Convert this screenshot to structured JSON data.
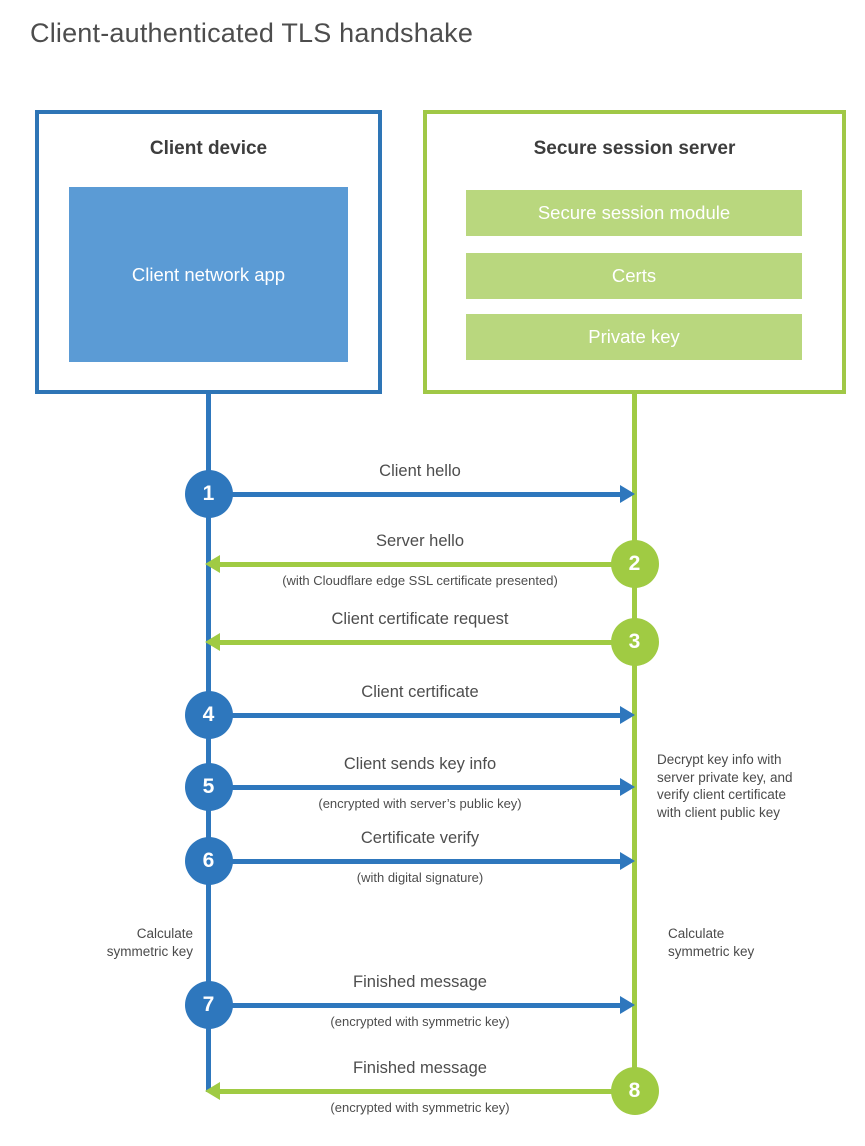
{
  "title": "Client-authenticated TLS handshake",
  "colors": {
    "blue_stroke": "#2e77bd",
    "blue_fill": "#5b9bd5",
    "green_stroke": "#a0cb43",
    "green_fill": "#b9d77e",
    "text": "#4d4d4d"
  },
  "client_box": {
    "title": "Client device",
    "app_label": "Client network app"
  },
  "server_box": {
    "title": "Secure session server",
    "modules": [
      "Secure session module",
      "Certs",
      "Private key"
    ]
  },
  "steps": [
    {
      "num": "1",
      "from": "client",
      "label": "Client hello",
      "sublabel": ""
    },
    {
      "num": "2",
      "from": "server",
      "label": "Server hello",
      "sublabel": "(with Cloudflare edge SSL certificate presented)"
    },
    {
      "num": "3",
      "from": "server",
      "label": "Client certificate request",
      "sublabel": ""
    },
    {
      "num": "4",
      "from": "client",
      "label": "Client certificate",
      "sublabel": ""
    },
    {
      "num": "5",
      "from": "client",
      "label": "Client sends key info",
      "sublabel": "(encrypted with server’s public key)"
    },
    {
      "num": "6",
      "from": "client",
      "label": "Certificate verify",
      "sublabel": "(with digital signature)"
    },
    {
      "num": "7",
      "from": "client",
      "label": "Finished message",
      "sublabel": "(encrypted with symmetric key)"
    },
    {
      "num": "8",
      "from": "server",
      "label": "Finished message",
      "sublabel": "(encrypted with symmetric key)"
    }
  ],
  "annotations": {
    "decrypt_note": "Decrypt key info with\nserver private key, and\nverify client certificate\nwith client public key",
    "calc_left": "Calculate\nsymmetric key",
    "calc_right": "Calculate\nsymmetric key"
  }
}
